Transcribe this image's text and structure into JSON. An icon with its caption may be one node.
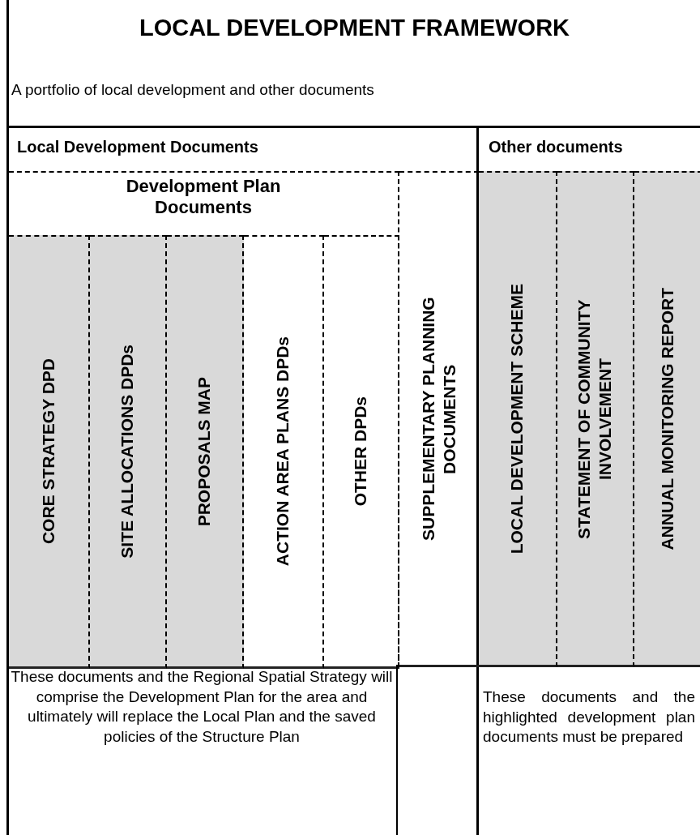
{
  "diagram": {
    "nodes": [
      {
        "text": [
          "LOCAL DEVELOPMENT FRAMEWORK",
          "A portfolio of local development and other documents"
        ]
      },
      {
        "text": [
          "Local Development Documents"
        ],
        "in": 0
      },
      {
        "text": [
          "Development Plan Documents"
        ],
        "in": 1
      },
      {
        "text": [
          "CORE STRATEGY DPD"
        ],
        "in": 2
      },
      {
        "text": [
          "SITE ALLOCATIONS DPDs"
        ],
        "in": 2
      },
      {
        "text": [
          "PROPOSALS MAP"
        ],
        "in": 2
      },
      {
        "text": [
          "ACTION AREA PLANS DPDs"
        ],
        "in": 2
      },
      {
        "text": [
          "OTHER DPDs"
        ],
        "in": 2
      },
      {
        "text": [
          "SUPPLEMENTARY PLANNING DOCUMENTS"
        ],
        "in": 1
      },
      {
        "text": [
          "Other documents"
        ],
        "in": 0
      },
      {
        "text": [
          "LOCAL DEVELOPMENT SCHEME"
        ],
        "in": 9
      },
      {
        "text": [
          "STATEMENT OF COMMUNITY INVOLVEMENT"
        ],
        "in": 9
      },
      {
        "text": [
          "ANNUAL MONITORING REPORT"
        ],
        "in": 9
      }
    ],
    "labels": [
      "These documents and the Regional Spatial Strategy will comprise the Development Plan for the area and ultimately will replace the Local Plan and the saved policies of the Structure Plan",
      "These documents and the highlighted development plan documents must be prepared"
    ]
  }
}
